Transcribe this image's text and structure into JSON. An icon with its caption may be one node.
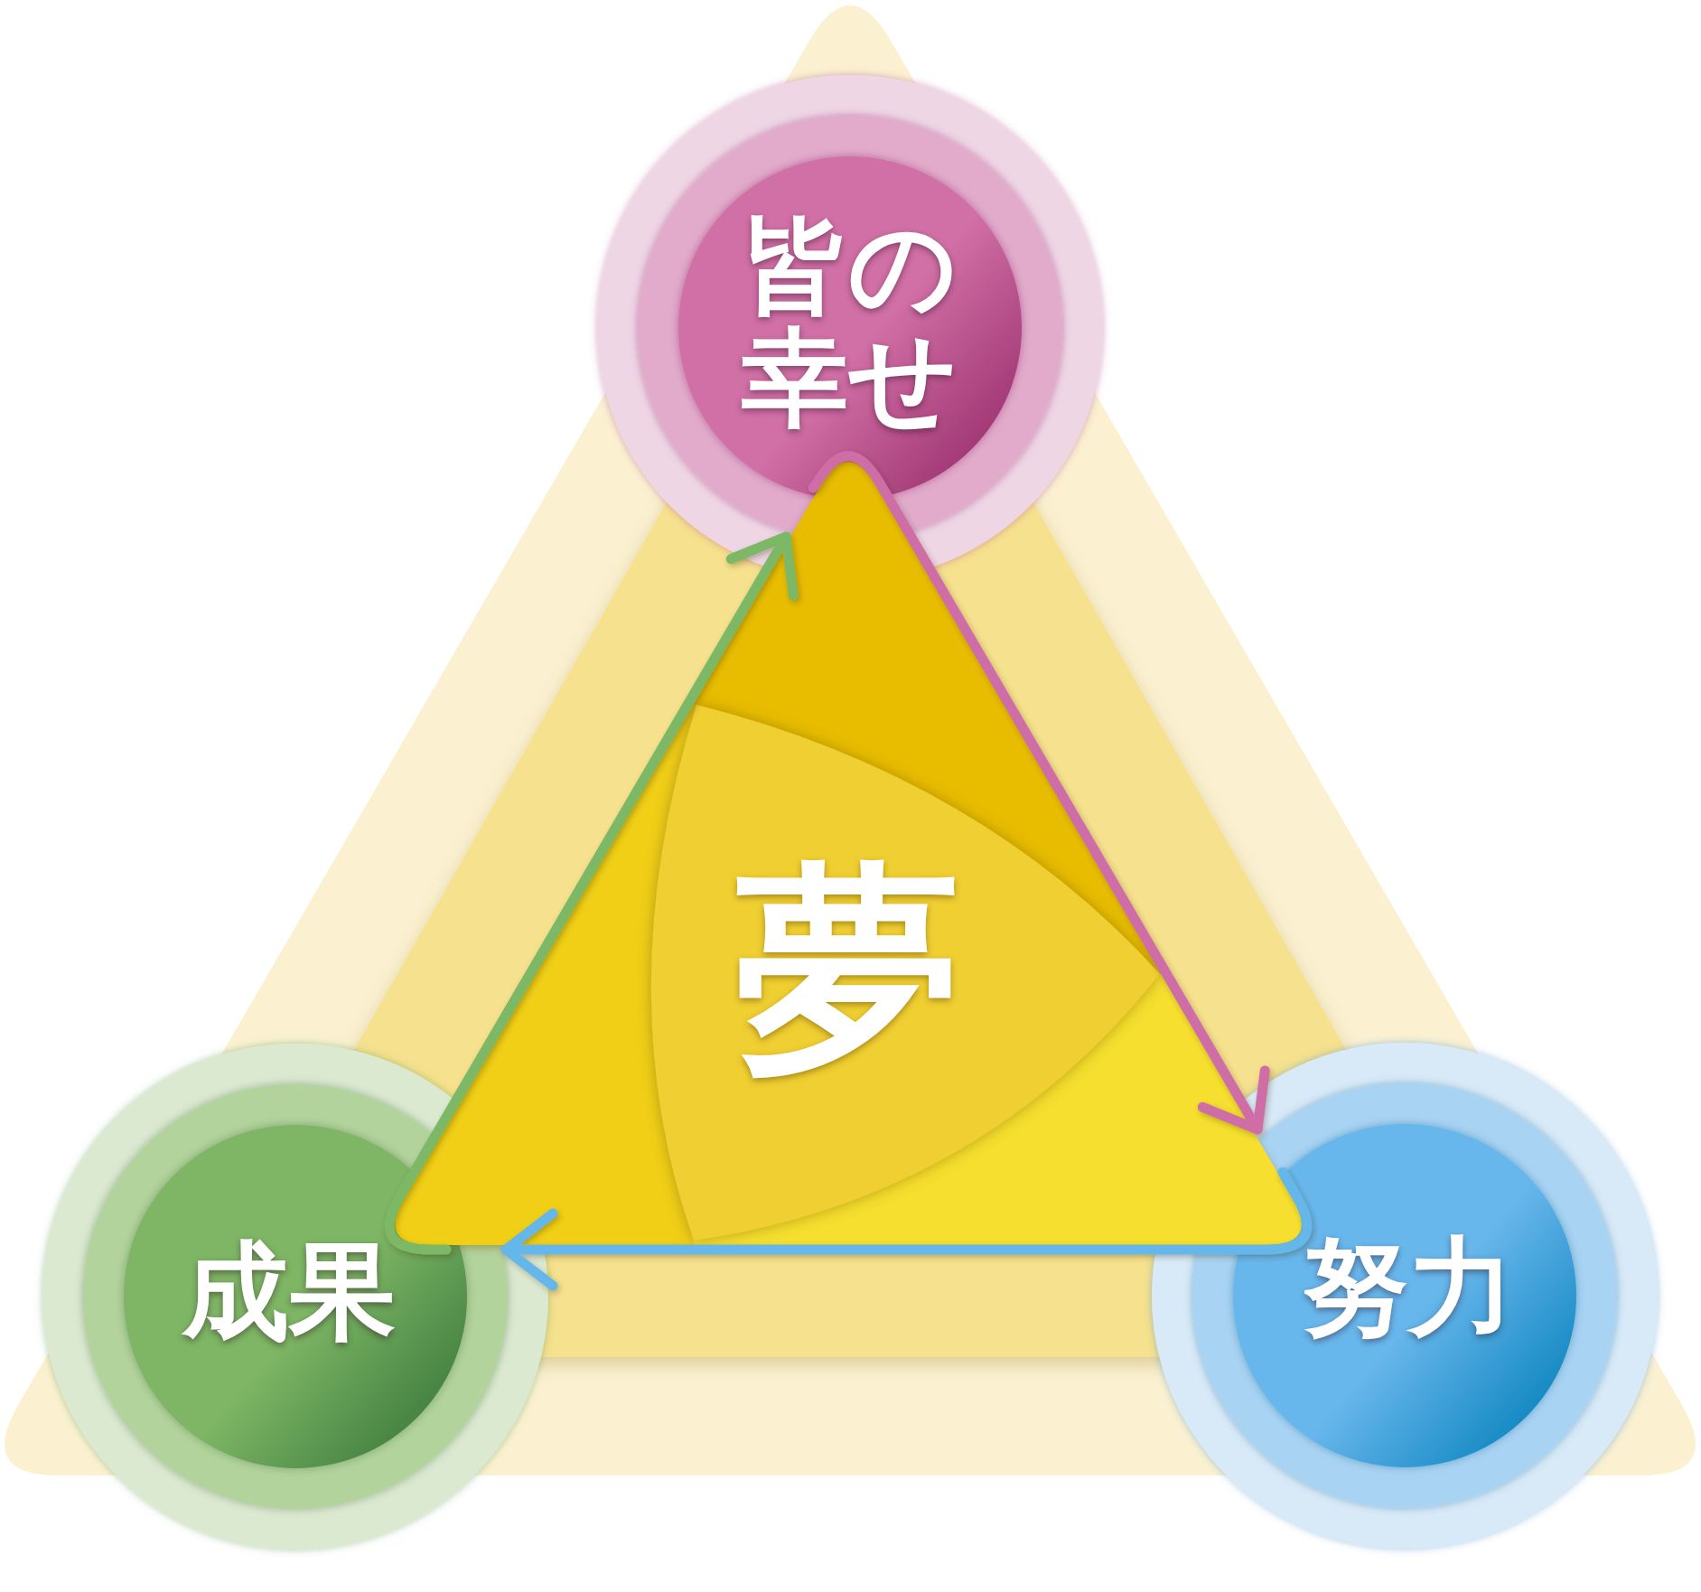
{
  "diagram": {
    "nodes": [
      {
        "text": [
          "皆の幸せ"
        ]
      },
      {
        "text": [
          "夢"
        ]
      },
      {
        "text": [
          "成果"
        ]
      },
      {
        "text": [
          "努力"
        ]
      }
    ],
    "edges": [
      {
        "from": 0,
        "to": 3,
        "arrow": "to",
        "color": "#cf6ea6"
      },
      {
        "from": 3,
        "to": 2,
        "arrow": "to",
        "color": "#65b6e9"
      },
      {
        "from": 2,
        "to": 0,
        "arrow": "to",
        "color": "#7db866"
      }
    ]
  }
}
